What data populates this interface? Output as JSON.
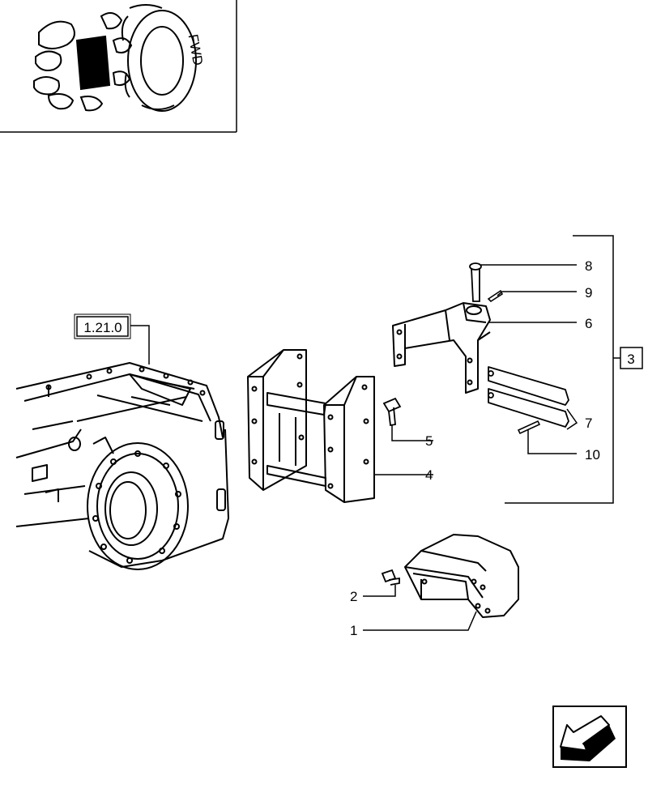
{
  "thumbnail": {
    "text": "FWD"
  },
  "reference_box": {
    "label": "1.21.0"
  },
  "assembly_box": {
    "label": "3"
  },
  "callouts": [
    {
      "id": "c8",
      "label": "8"
    },
    {
      "id": "c9",
      "label": "9"
    },
    {
      "id": "c6",
      "label": "6"
    },
    {
      "id": "c7",
      "label": "7"
    },
    {
      "id": "c10",
      "label": "10"
    },
    {
      "id": "c5",
      "label": "5"
    },
    {
      "id": "c4",
      "label": "4"
    },
    {
      "id": "c2",
      "label": "2"
    },
    {
      "id": "c1",
      "label": "1"
    }
  ],
  "nav": {
    "icon": "arrow-down-left-icon"
  }
}
